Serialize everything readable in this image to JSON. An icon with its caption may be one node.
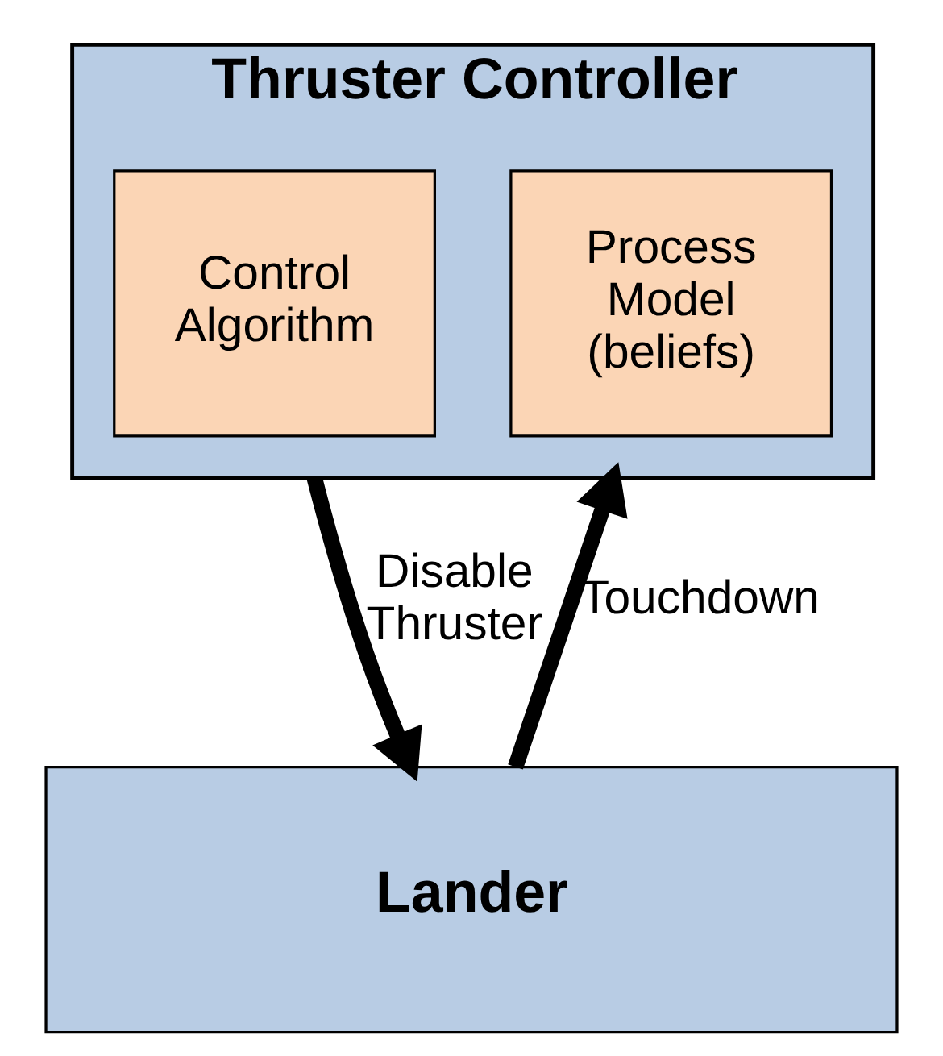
{
  "diagram": {
    "nodes": [
      {
        "text": [
          "Thruster Controller"
        ]
      },
      {
        "text": [
          "Control Algorithm"
        ],
        "in": 0
      },
      {
        "text": [
          "Process Model (beliefs)"
        ],
        "in": 0
      },
      {
        "text": [
          "Lander"
        ]
      }
    ],
    "edges": [
      {
        "from": 0,
        "to": 3,
        "arrow": "to",
        "label": "Disable Thruster"
      },
      {
        "from": 3,
        "to": 0,
        "arrow": "to",
        "label": "Touchdown"
      }
    ]
  }
}
